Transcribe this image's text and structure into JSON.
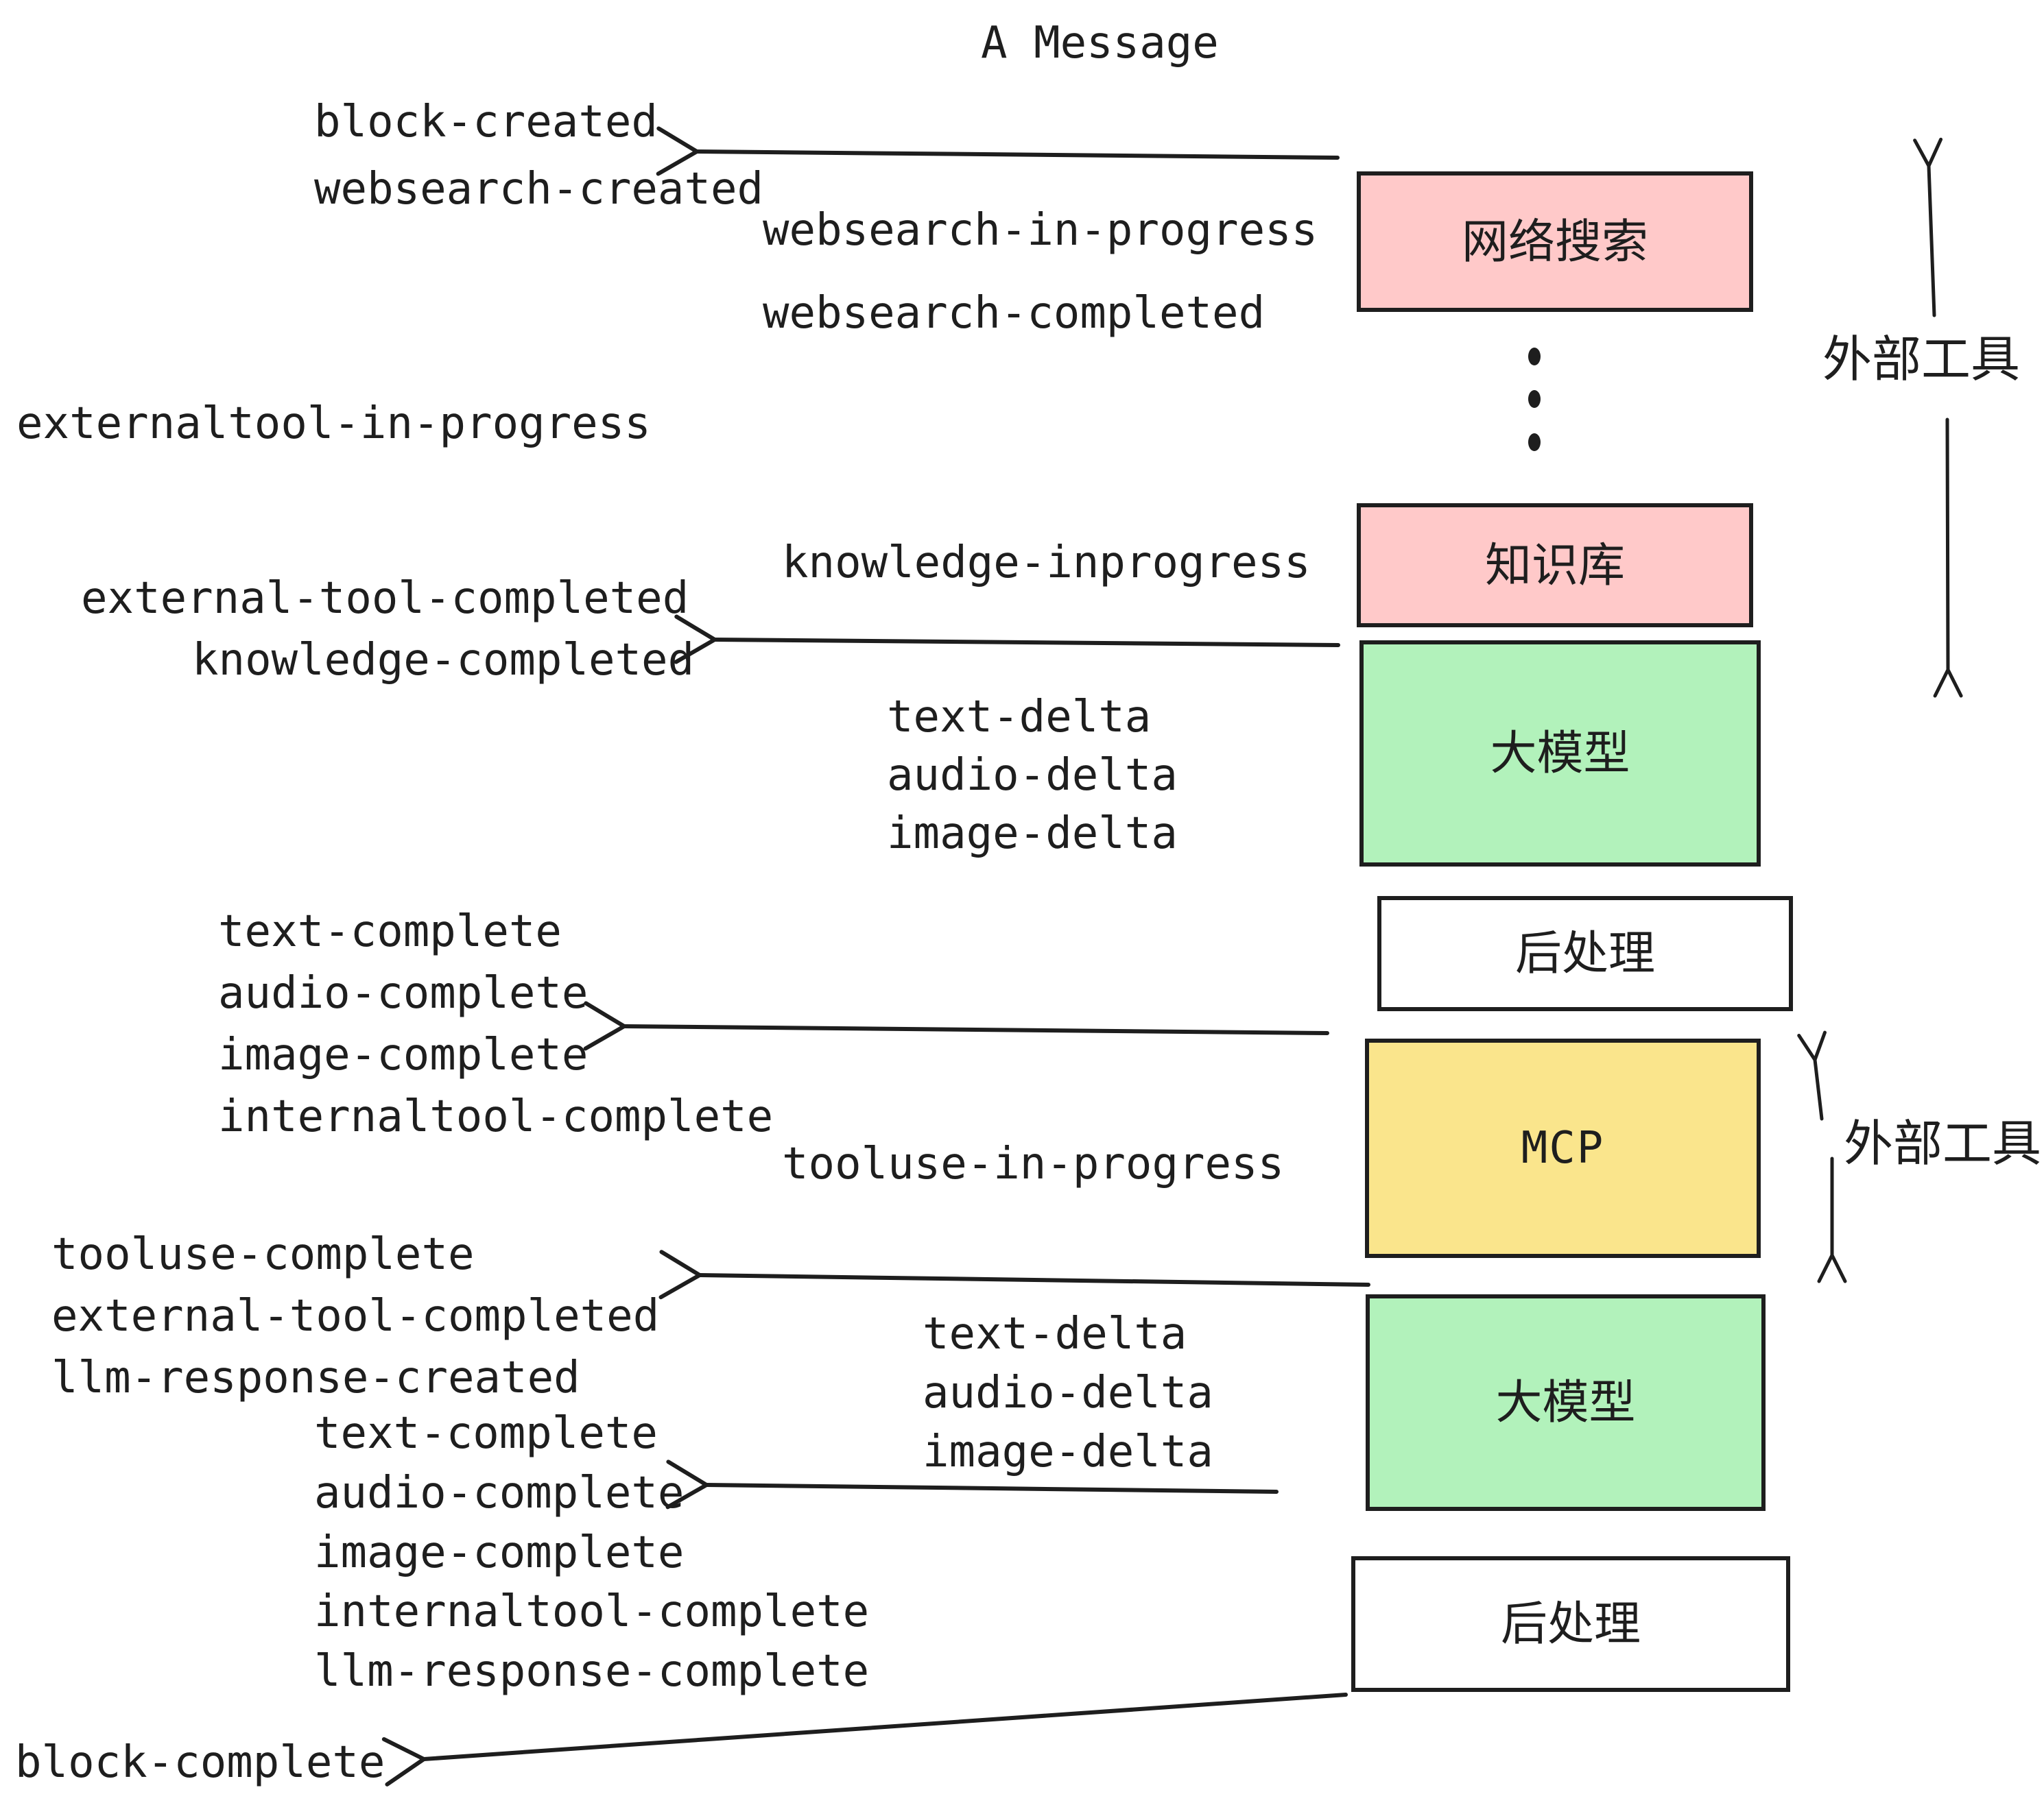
{
  "title": "A Message",
  "colors": {
    "pink": "#ffc9c9",
    "green": "#b2f2bb",
    "yellow": "#fae58c",
    "white": "#ffffff",
    "ink": "#1e1e1e"
  },
  "boxes": [
    {
      "label": "网络搜索"
    },
    {
      "label": "知识库"
    },
    {
      "label": "大模型"
    },
    {
      "label": "后处理"
    },
    {
      "label": "MCP"
    },
    {
      "label": "大模型"
    },
    {
      "label": "后处理"
    }
  ],
  "events": [
    "block-created",
    "websearch-created",
    "websearch-in-progress",
    "websearch-completed",
    "externaltool-in-progress",
    "knowledge-inprogress",
    "external-tool-completed",
    "knowledge-completed",
    "text-delta",
    "audio-delta",
    "image-delta",
    "text-complete",
    "audio-complete",
    "image-complete",
    "internaltool-complete",
    "tooluse-in-progress",
    "tooluse-complete",
    "external-tool-completed",
    "llm-response-created",
    "text-complete",
    "text-delta",
    "audio-delta",
    "image-delta",
    "audio-complete",
    "image-complete",
    "internaltool-complete",
    "llm-response-complete",
    "block-complete"
  ],
  "annotations": {
    "external_tools_top": "外部工具",
    "external_tools_mcp": "外部工具"
  }
}
